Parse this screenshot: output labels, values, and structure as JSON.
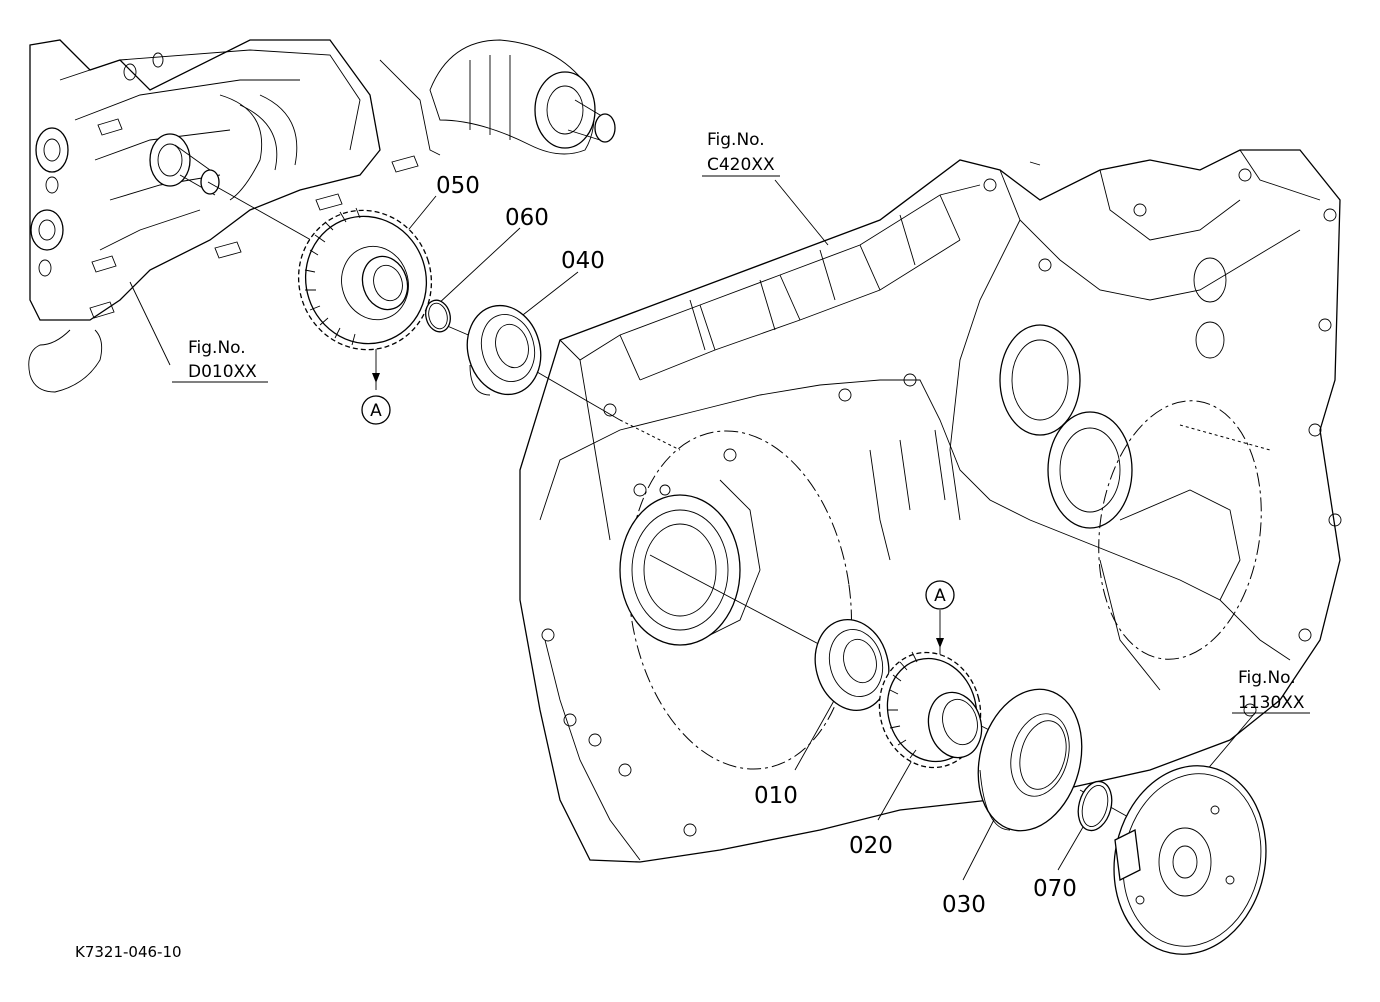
{
  "callouts": {
    "p010": "010",
    "p020": "020",
    "p030": "030",
    "p040": "040",
    "p050": "050",
    "p060": "060",
    "p070": "070"
  },
  "marker": "A",
  "fig_refs": {
    "d010": {
      "line1": "Fig.No.",
      "line2": "D010XX"
    },
    "c420": {
      "line1": "Fig.No.",
      "line2": "C420XX"
    },
    "f1130": {
      "line1": "Fig.No.",
      "line2": "1130XX"
    }
  },
  "drawing_code": "K7321-046-10"
}
